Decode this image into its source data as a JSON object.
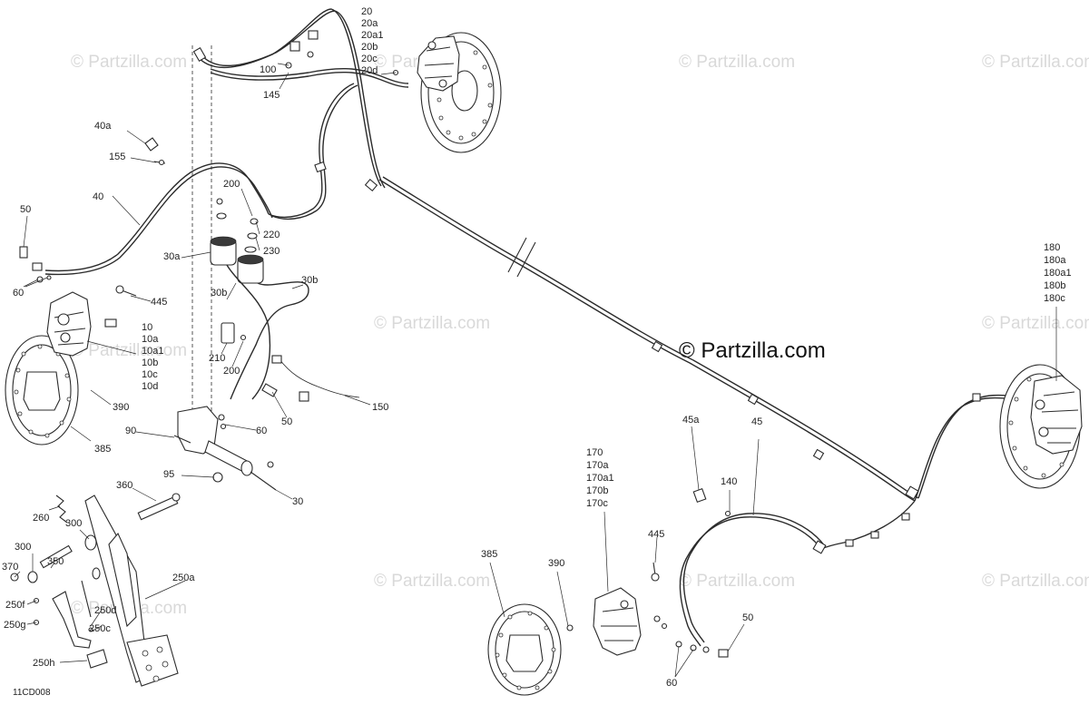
{
  "diagram_code": "11CD008",
  "watermark": {
    "small": "© Partzilla.com",
    "large": "© Partzilla.com"
  },
  "callouts": {
    "c20": [
      "20",
      "20a",
      "20a1",
      "20b",
      "20c",
      "20d"
    ],
    "c100": "100",
    "c145": "145",
    "c40a": "40a",
    "c155": "155",
    "c40": "40",
    "c50_left": "50",
    "c60_left": "60",
    "c200_top": "200",
    "c220": "220",
    "c230": "230",
    "c30a": "30a",
    "c30b_left": "30b",
    "c30b_right": "30b",
    "c445_left": "445",
    "c10": [
      "10",
      "10a",
      "10a1",
      "10b",
      "10c",
      "10d"
    ],
    "c210": "210",
    "c200_mid": "200",
    "c390_left": "390",
    "c150": "150",
    "c50_mid": "50",
    "c60_mid": "60",
    "c385_left": "385",
    "c90": "90",
    "c95": "95",
    "c30": "30",
    "c360": "360",
    "c260": "260",
    "c300_a": "300",
    "c300_b": "300",
    "c350": "350",
    "c370": "370",
    "c250a": "250a",
    "c250f": "250f",
    "c250d": "250d",
    "c250g": "250g",
    "c250c": "250c",
    "c250h": "250h",
    "c180": [
      "180",
      "180a",
      "180a1",
      "180b",
      "180c"
    ],
    "c170": [
      "170",
      "170a",
      "170a1",
      "170b",
      "170c"
    ],
    "c45a": "45a",
    "c140": "140",
    "c45": "45",
    "c445_right": "445",
    "c385_right": "385",
    "c390_right": "390",
    "c50_right": "50",
    "c60_right": "60"
  }
}
